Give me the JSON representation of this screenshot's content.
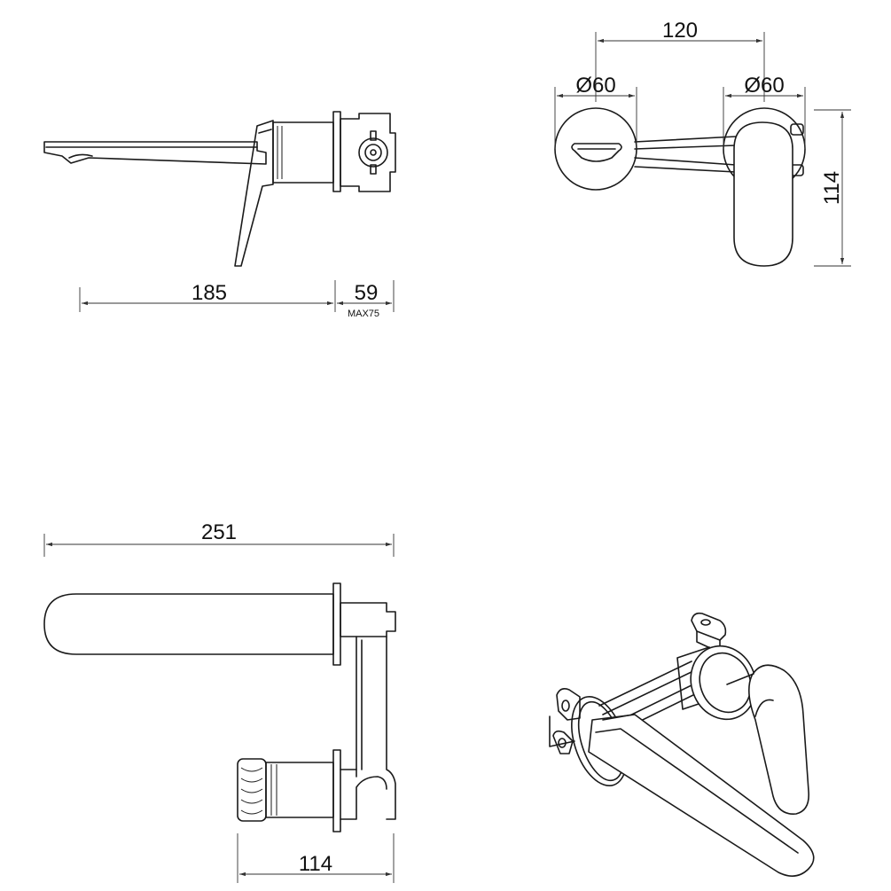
{
  "side_view": {
    "spout_length": "185",
    "body_depth": "59",
    "max_depth": "MAX75"
  },
  "front_view": {
    "centres": "120",
    "spout_plate_diameter": "Ø60",
    "handle_plate_diameter": "Ø60",
    "height": "114"
  },
  "top_view": {
    "overall_length": "251",
    "handle_offset": "114"
  }
}
